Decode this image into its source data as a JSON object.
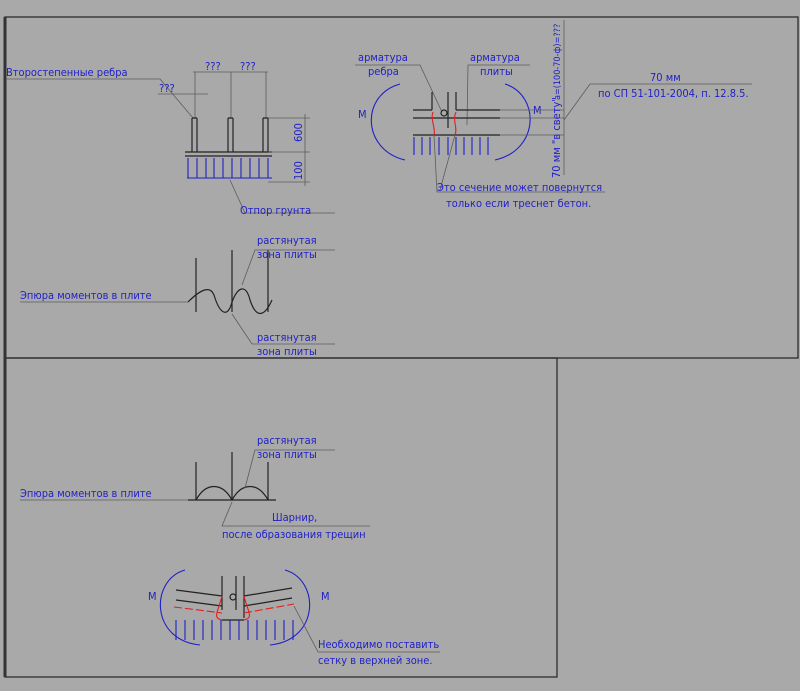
{
  "top_left": {
    "secondary_ribs_label": "Второстепенные ребра",
    "dim_rib_spacing_1": "???",
    "dim_rib_spacing_2": "???",
    "dim_rib_width": "???",
    "dim_rib_height": "600",
    "dim_slab_thickness": "100",
    "soil_reaction_label": "Отпор грунта"
  },
  "moment_diagram_1": {
    "title": "Эпюра моментов в плите",
    "upper_note_line1": "растянутая",
    "upper_note_line2": "зона плиты",
    "lower_note_line1": "растянутая",
    "lower_note_line2": "зона плиты"
  },
  "top_right": {
    "rib_rebar_line1": "арматура",
    "rib_rebar_line2": "ребра",
    "slab_rebar_line1": "арматура",
    "slab_rebar_line2": "плиты",
    "moment_left": "M",
    "moment_right": "M",
    "cover_formula": "a=(100-70-ф)=???",
    "cover_value": "70 мм",
    "code_reference": "по СП 51-101-2004, п. 12.8.5.",
    "clear_distance": "70 мм \"в свету\"",
    "note_line1": "Это сечение может повернутся",
    "note_line2": "только если треснет бетон."
  },
  "moment_diagram_2": {
    "title": "Эпюра моментов в плите",
    "note_line1": "растянутая",
    "note_line2": "зона плиты",
    "hinge_line1": "Шарнир,",
    "hinge_line2": "после образования трещин"
  },
  "bottom_detail": {
    "moment_left": "M",
    "moment_right": "M",
    "note_line1": "Необходимо поставить",
    "note_line2": "сетку в верхней зоне."
  },
  "colors": {
    "background": "#a9a9a9",
    "text": "#1f1fc8",
    "crack": "#e02020"
  }
}
